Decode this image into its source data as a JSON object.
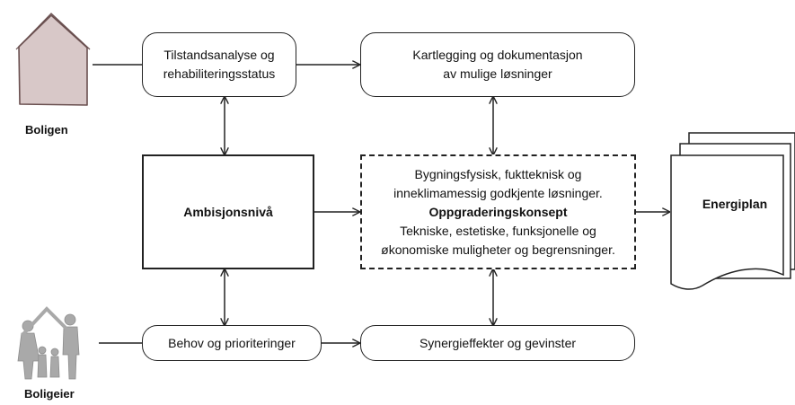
{
  "actors": {
    "house_label": "Boligen",
    "owner_label": "Boligeier"
  },
  "boxes": {
    "condition": {
      "line1": "Tilstandsanalyse og",
      "line2": "rehabiliteringsstatus"
    },
    "mapping": {
      "line1": "Kartlegging og dokumentasjon",
      "line2": "av mulige løsninger"
    },
    "ambition": {
      "text": "Ambisjonsnivå"
    },
    "upgrade": {
      "line1": "Bygningsfysisk, fuktteknisk og",
      "line2": "inneklimamessig godkjente løsninger.",
      "title": "Oppgraderingskonsept",
      "line3": "Tekniske, estetiske, funksjonelle og",
      "line4": "økonomiske muligheter og begrensninger."
    },
    "needs": {
      "text": "Behov og prioriteringer"
    },
    "synergy": {
      "text": "Synergieffekter og gevinster"
    },
    "energy_plan": {
      "text": "Energiplan"
    }
  },
  "colors": {
    "line": "#222222",
    "house_fill": "#d8c8c8",
    "family_fill": "#a9a9a9"
  }
}
